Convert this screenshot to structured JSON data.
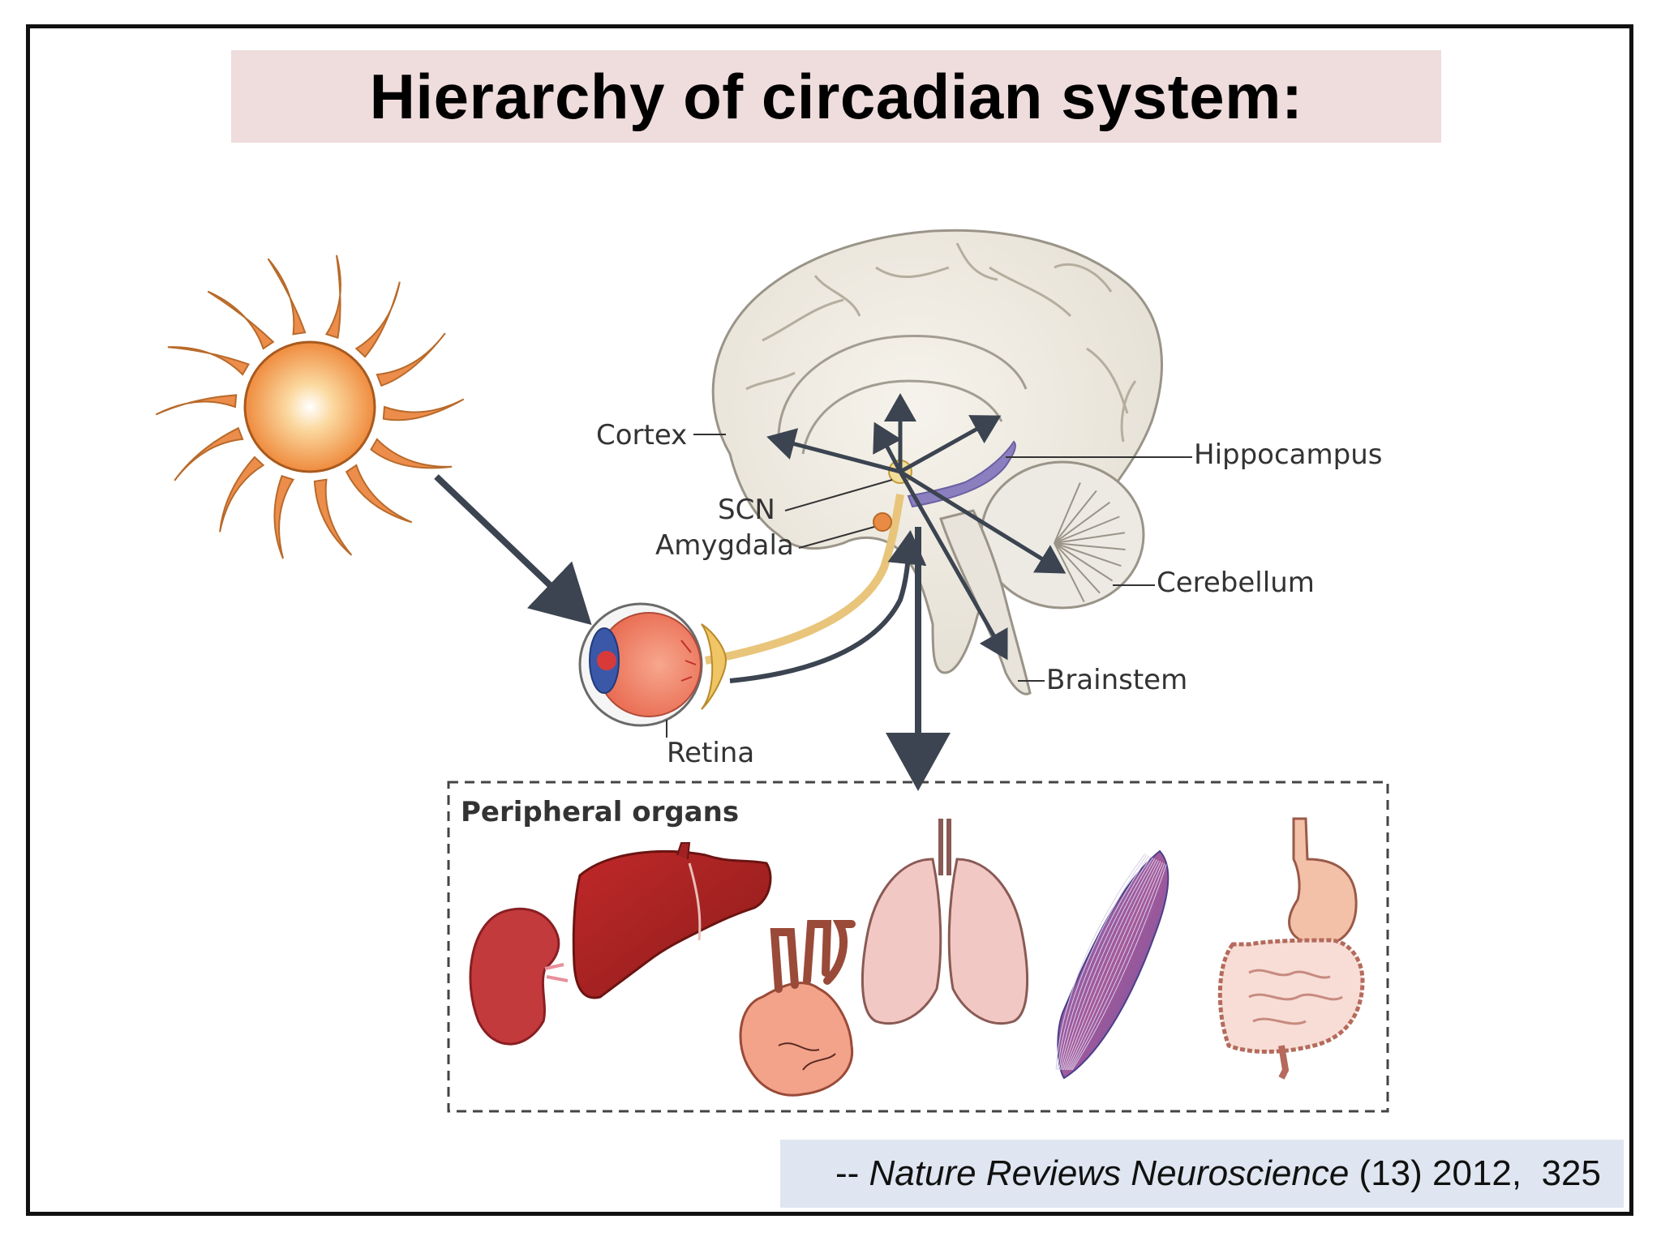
{
  "slide": {
    "title": "Hierarchy of circadian system:",
    "citation": {
      "prefix": "-- ",
      "journal": "Nature Reviews Neuroscience",
      "suffix": " (13) 2012,  325"
    }
  },
  "diagram": {
    "labels": {
      "cortex": "Cortex",
      "scn": "SCN",
      "amygdala": "Amygdala",
      "hippocampus": "Hippocampus",
      "cerebellum": "Cerebellum",
      "brainstem": "Brainstem",
      "retina": "Retina"
    },
    "peripheral_box_title": "Peripheral organs",
    "icons": [
      "sun-icon",
      "eye-icon",
      "brain-icon",
      "kidney-icon",
      "liver-icon",
      "heart-icon",
      "lungs-icon",
      "muscle-icon",
      "intestine-icon"
    ],
    "colors": {
      "title_band": "#efdcdc",
      "citation_band": "#dfe6f1",
      "arrow": "#3b4450",
      "retinohypothalamic_tract": "#e8c57a",
      "hippocampus": "#8b7fc0",
      "sun_rays": "#e98a45"
    }
  }
}
